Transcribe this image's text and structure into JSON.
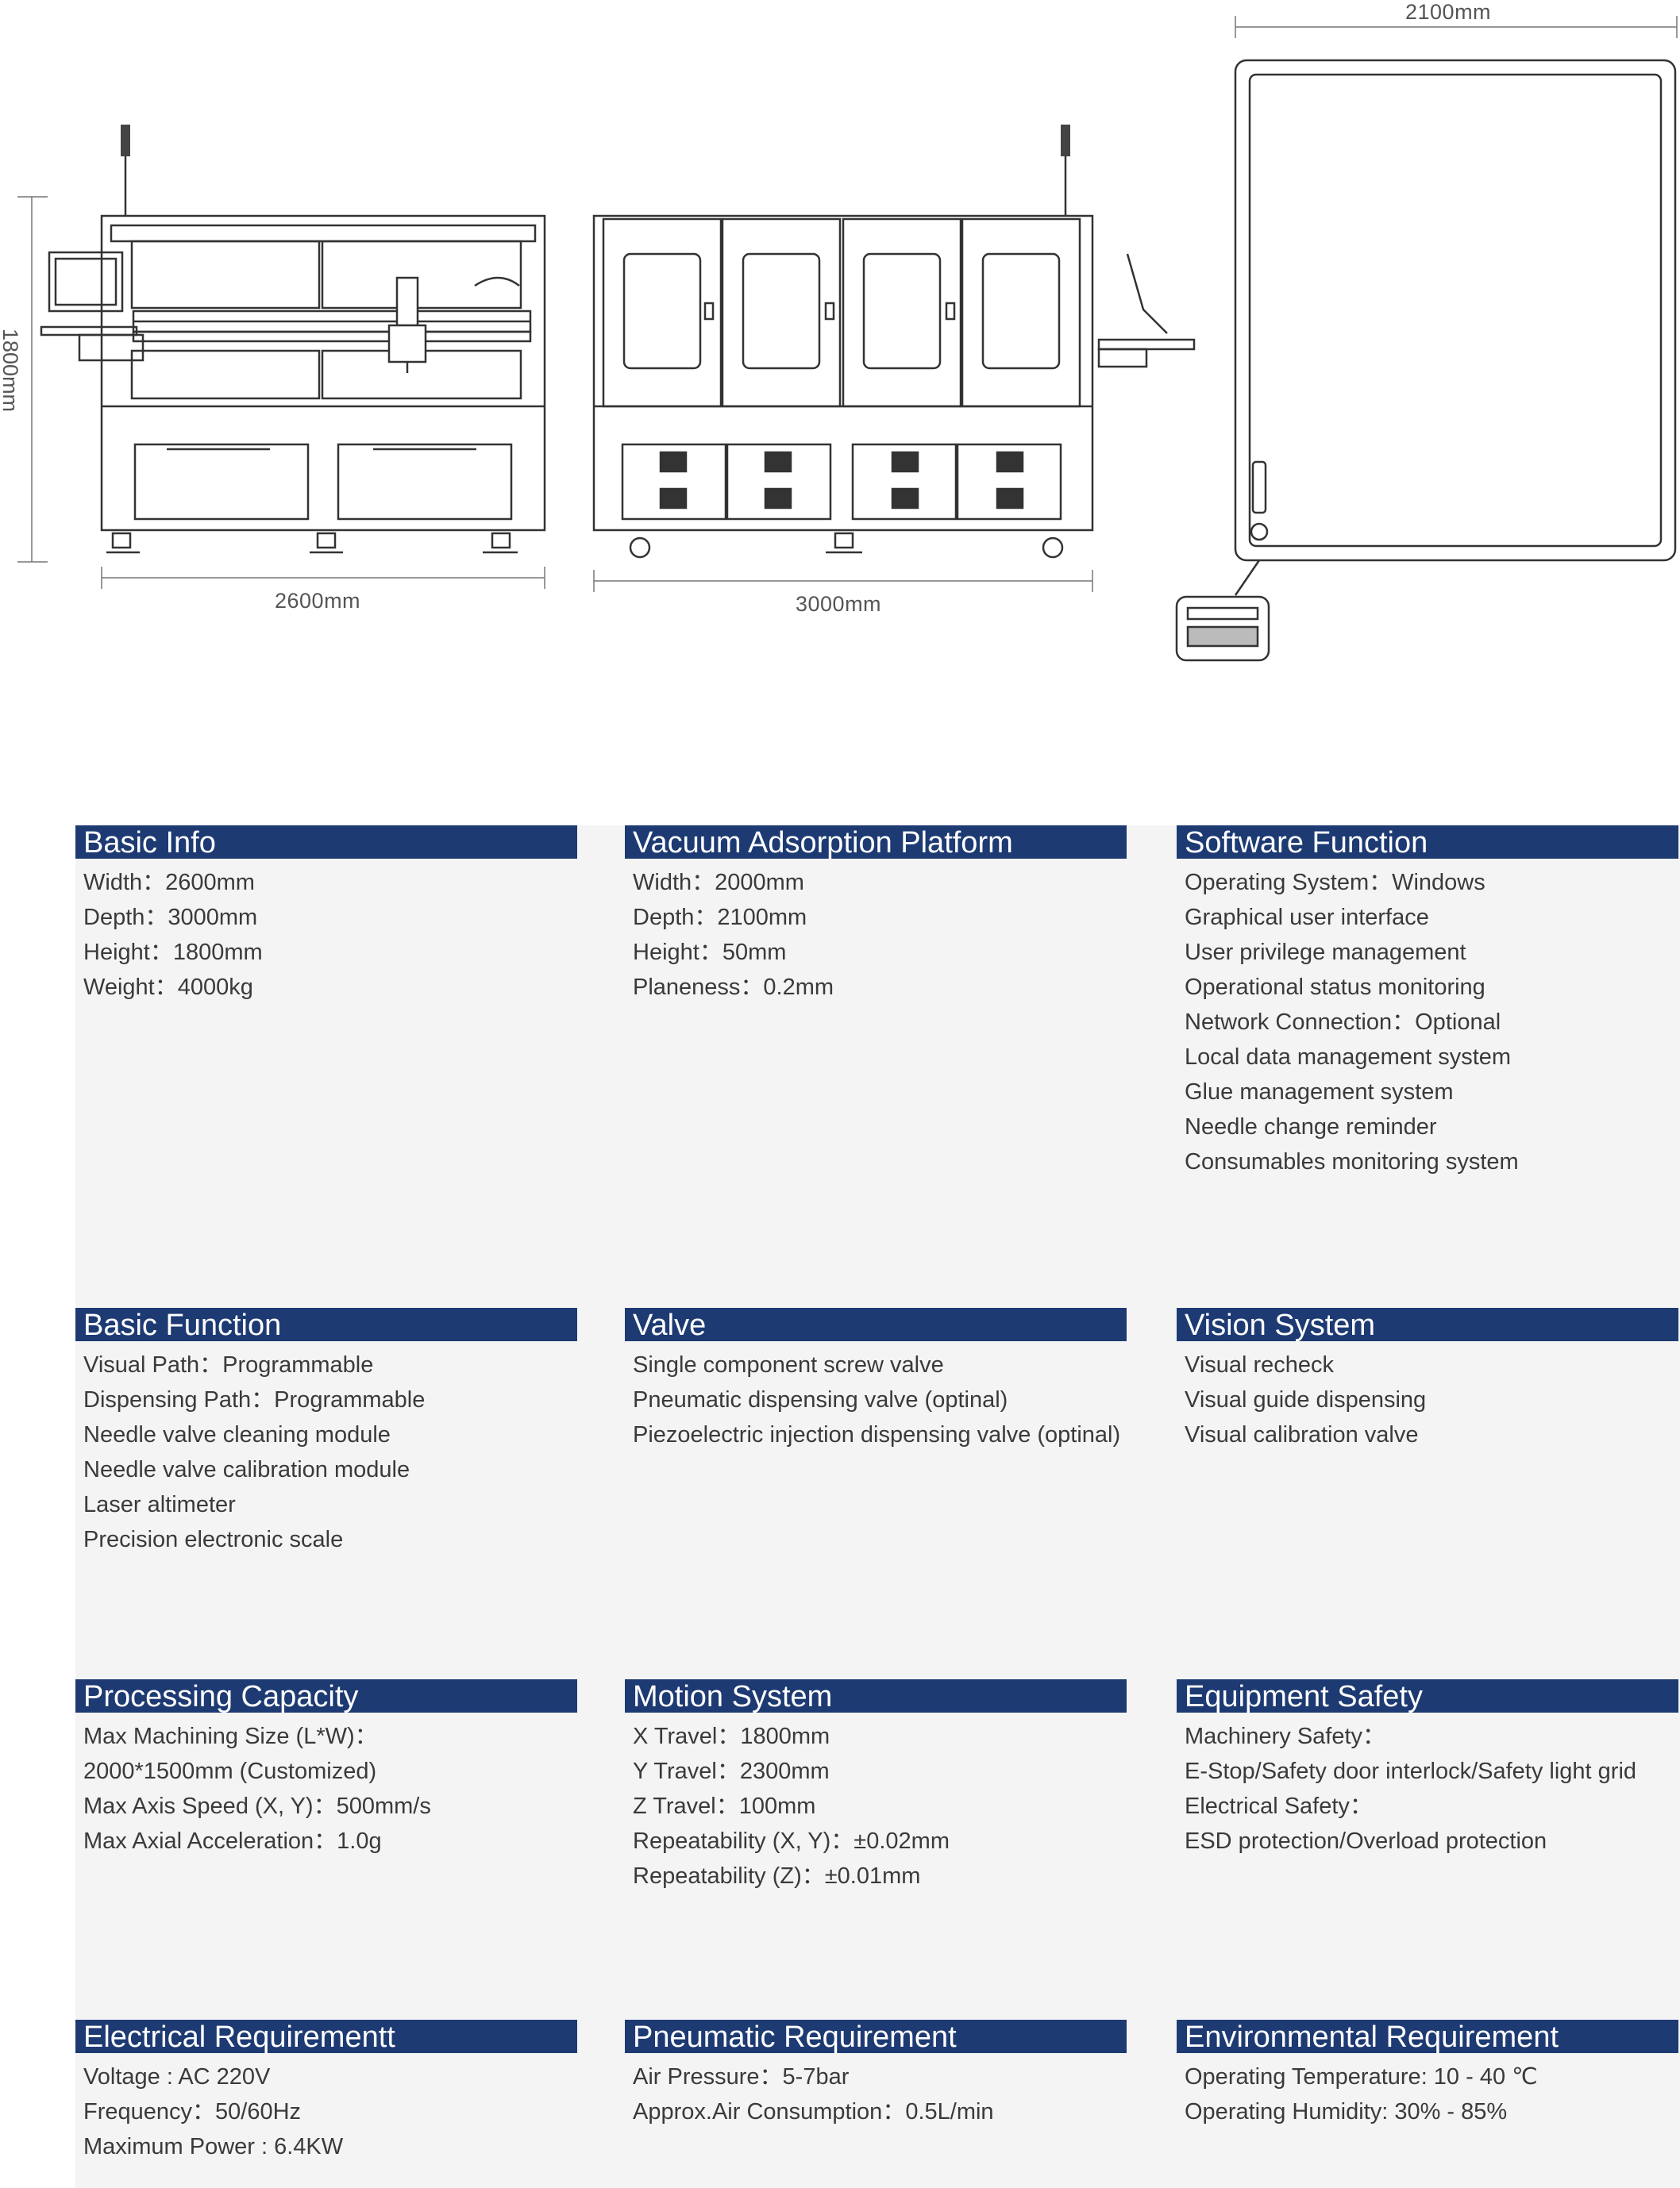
{
  "dimensions": {
    "front_width": "2600mm",
    "side_depth": "3000mm",
    "top_width": "2100mm",
    "height": "1800mm"
  },
  "sections": [
    {
      "title": "Basic Info",
      "items": [
        "Width：2600mm",
        "Depth：3000mm",
        "Height：1800mm",
        "Weight：4000kg"
      ]
    },
    {
      "title": "Vacuum Adsorption Platform",
      "items": [
        "Width：2000mm",
        "Depth：2100mm",
        "Height：50mm",
        "Planeness：0.2mm"
      ]
    },
    {
      "title": "Software Function",
      "items": [
        "Operating System：Windows",
        "Graphical user interface",
        "User privilege management",
        "Operational status monitoring",
        "Network Connection：Optional",
        "Local data management system",
        "Glue management system",
        "Needle change reminder",
        "Consumables monitoring system"
      ]
    },
    {
      "title": "Basic Function",
      "items": [
        "Visual Path：Programmable",
        "Dispensing Path：Programmable",
        "Needle valve cleaning module",
        "Needle valve calibration module",
        "Laser altimeter",
        "Precision electronic scale"
      ]
    },
    {
      "title": "Valve",
      "items": [
        "Single component screw valve",
        "Pneumatic dispensing valve (optinal)",
        "Piezoelectric injection dispensing valve (optinal)"
      ]
    },
    {
      "title": "Vision System",
      "items": [
        "Visual recheck",
        "Visual guide dispensing",
        "Visual calibration valve"
      ]
    },
    {
      "title": "Processing Capacity",
      "items": [
        "Max Machining Size (L*W)：",
        "2000*1500mm (Customized)",
        "Max Axis Speed (X, Y)：500mm/s",
        "Max Axial Acceleration：1.0g"
      ]
    },
    {
      "title": "Motion System",
      "items": [
        "X Travel：1800mm",
        "Y Travel：2300mm",
        "Z Travel：100mm",
        "Repeatability (X, Y)：±0.02mm",
        "Repeatability (Z)：±0.01mm"
      ]
    },
    {
      "title": "Equipment Safety",
      "items": [
        "Machinery Safety：",
        "E-Stop/Safety door interlock/Safety light grid",
        "Electrical Safety：",
        "ESD protection/Overload protection"
      ]
    },
    {
      "title": "Electrical  Requirementt",
      "items": [
        "Voltage : AC 220V",
        "Frequency：50/60Hz",
        "Maximum Power : 6.4KW"
      ]
    },
    {
      "title": "Pneumatic Requirement",
      "items": [
        "Air Pressure：5-7bar",
        "Approx.Air Consumption：0.5L/min"
      ]
    },
    {
      "title": "Environmental Requirement",
      "items": [
        "Operating Temperature: 10 - 40 ℃",
        "Operating Humidity: 30% - 85%"
      ]
    }
  ]
}
